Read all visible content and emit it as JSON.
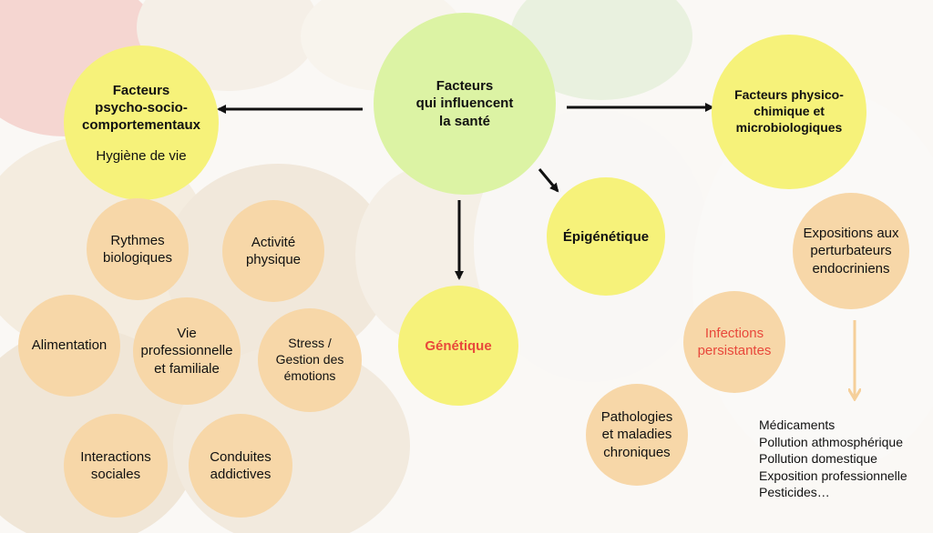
{
  "center": {
    "title": "Facteurs\nqui influencent\nla santé"
  },
  "psycho": {
    "title": "Facteurs\npsycho-socio-\ncomportementaux",
    "subtitle": "Hygiène de vie"
  },
  "physico": {
    "title": "Facteurs physico-\nchimique et\nmicrobiologiques"
  },
  "epigenetique": {
    "label": "Épigénétique"
  },
  "genetique": {
    "label": "Génétique"
  },
  "lifestyle_items": [
    "Rythmes\nbiologiques",
    "Activité\nphysique",
    "Alimentation",
    "Vie\nprofessionnelle\net familiale",
    "Stress /\nGestion des\némotions",
    "Interactions\nsociales",
    "Conduites\naddictives"
  ],
  "env_items": {
    "expositions": "Expositions aux\nperturbateurs\nendocriniens",
    "infections": "Infections\npersistantes",
    "pathologies": "Pathologies\net maladies\nchroniques"
  },
  "exposure_list": [
    "Médicaments",
    "Pollution athmosphérique",
    "Pollution domestique",
    "Exposition professionnelle",
    "Pesticides…"
  ],
  "colors": {
    "yellow": "#f6f27a",
    "green": "#dcf3a4",
    "peach": "#f7d7a8",
    "red_text": "#e8483b",
    "arrow": "#111111",
    "down_arrow": "#f5cf9a"
  }
}
